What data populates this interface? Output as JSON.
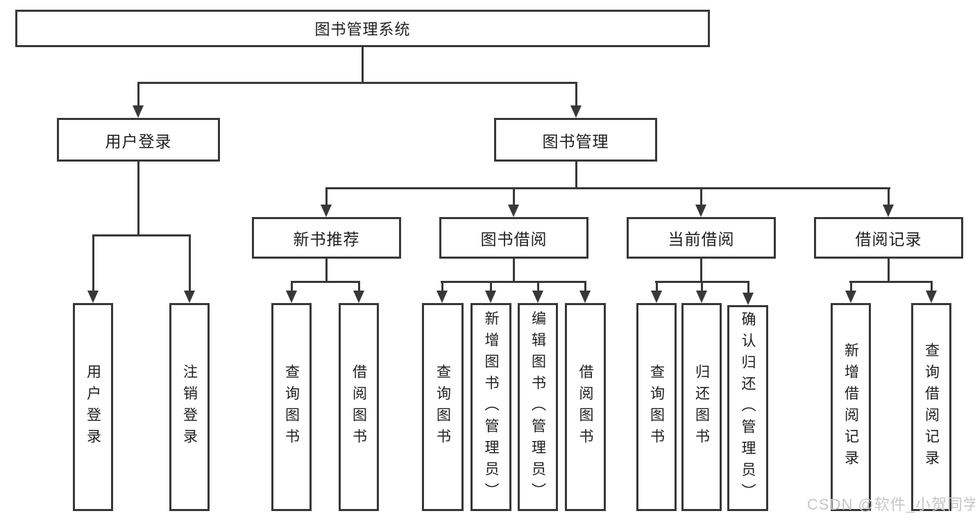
{
  "diagram": {
    "root": {
      "label": "图书管理系统"
    },
    "level2": [
      {
        "label": "用户登录",
        "parent": "图书管理系统"
      },
      {
        "label": "图书管理",
        "parent": "图书管理系统"
      }
    ],
    "level3": [
      {
        "label": "新书推荐",
        "parent": "图书管理"
      },
      {
        "label": "图书借阅",
        "parent": "图书管理"
      },
      {
        "label": "当前借阅",
        "parent": "图书管理"
      },
      {
        "label": "借阅记录",
        "parent": "图书管理"
      }
    ],
    "leaves": [
      {
        "label": "用户登录",
        "parent": "用户登录"
      },
      {
        "label": "注销登录",
        "parent": "用户登录"
      },
      {
        "label": "查询图书",
        "parent": "新书推荐"
      },
      {
        "label": "借阅图书",
        "parent": "新书推荐"
      },
      {
        "label": "查询图书",
        "parent": "图书借阅"
      },
      {
        "label": "新增图书（管理员）",
        "parent": "图书借阅"
      },
      {
        "label": "编辑图书（管理员）",
        "parent": "图书借阅"
      },
      {
        "label": "借阅图书",
        "parent": "图书借阅"
      },
      {
        "label": "查询图书",
        "parent": "当前借阅"
      },
      {
        "label": "归还图书",
        "parent": "当前借阅"
      },
      {
        "label": "确认归还（管理员）",
        "parent": "当前借阅"
      },
      {
        "label": "新增借阅记录",
        "parent": "借阅记录"
      },
      {
        "label": "查询借阅记录",
        "parent": "借阅记录"
      }
    ]
  },
  "watermark": {
    "text": "CSDN @软件_小贺同学"
  },
  "colors": {
    "line": "#383838",
    "text": "#1f1f1f",
    "background": "#ffffff",
    "watermark": "#c6c6c6"
  }
}
